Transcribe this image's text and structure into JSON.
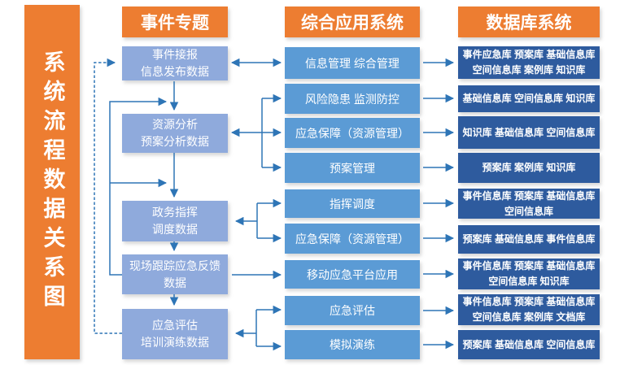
{
  "sidebar": {
    "title": "系统流程数据关系图"
  },
  "colors": {
    "orange": "#ED7D31",
    "column1_box": "#8FAADC",
    "column2_box": "#5B9BD5",
    "column3_box": "#2E5B9E",
    "arrow": "#2E75B6"
  },
  "columns": [
    {
      "header": "事件专题",
      "boxes": [
        {
          "lines": [
            "事件接报",
            "信息发布数据"
          ]
        },
        {
          "lines": [
            "资源分析",
            "预案分析数据"
          ]
        },
        {
          "lines": [
            "政务指挥",
            "调度数据"
          ]
        },
        {
          "lines": [
            "现场跟踪应急反馈",
            "数据"
          ]
        },
        {
          "lines": [
            "应急评估",
            "培训演练数据"
          ]
        }
      ]
    },
    {
      "header": "综合应用系统",
      "boxes": [
        {
          "lines": [
            "信息管理 综合管理"
          ]
        },
        {
          "lines": [
            "风险隐患 监测防控"
          ]
        },
        {
          "lines": [
            "应急保障（资源管理）"
          ]
        },
        {
          "lines": [
            "预案管理"
          ]
        },
        {
          "lines": [
            "指挥调度"
          ]
        },
        {
          "lines": [
            "应急保障（资源管理）"
          ]
        },
        {
          "lines": [
            "移动应急平台应用"
          ]
        },
        {
          "lines": [
            "应急评估"
          ]
        },
        {
          "lines": [
            "模拟演练"
          ]
        }
      ]
    },
    {
      "header": "数据库系统",
      "boxes": [
        {
          "lines": [
            "事件应急库 预案库 基础信息库",
            "空间信息库 案例库 知识库"
          ]
        },
        {
          "lines": [
            "基础信息库 空间信息库 知识库"
          ]
        },
        {
          "lines": [
            "知识库 基础信息库 空间信息库"
          ]
        },
        {
          "lines": [
            "预案库 案例库 知识库"
          ]
        },
        {
          "lines": [
            "事件信息库 预案库 基础信息库",
            "空间信息库"
          ]
        },
        {
          "lines": [
            "预案库 基础信息库 事件信息库"
          ]
        },
        {
          "lines": [
            "事件信息库 预案库 基础信息库",
            "空间信息库 知识库"
          ]
        },
        {
          "lines": [
            "事件信息库 预案库 基础信息库",
            "空间信息库 案例库 文档库"
          ]
        },
        {
          "lines": [
            "预案库 基础信息库 空间信息库"
          ]
        }
      ]
    }
  ]
}
